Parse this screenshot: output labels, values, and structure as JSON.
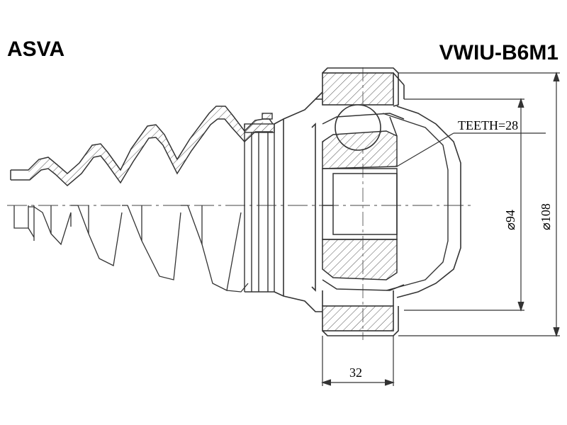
{
  "header": {
    "brand": "ASVA",
    "part_number": "VWIU-B6M1"
  },
  "annotations": {
    "teeth": "TEETH=28",
    "inner_diameter": "⌀94",
    "outer_diameter": "⌀108",
    "width": "32"
  },
  "colors": {
    "line": "#333333",
    "hatch": "#555555",
    "background": "#ffffff"
  }
}
